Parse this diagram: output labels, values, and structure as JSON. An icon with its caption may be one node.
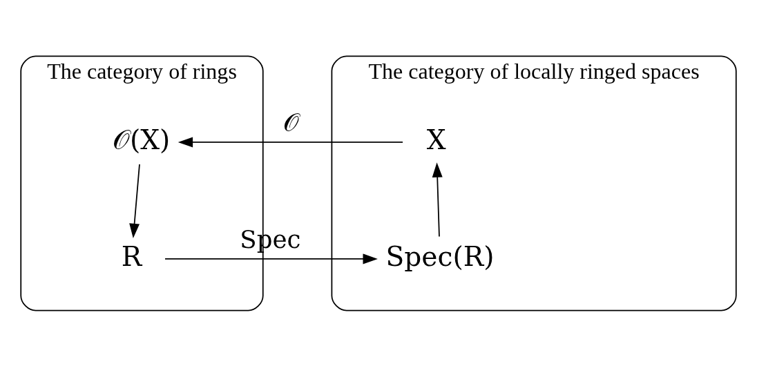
{
  "diagram": {
    "nodes": [
      {
        "text": [
          "The category of rings"
        ]
      },
      {
        "text": [
          "𝒪(X)"
        ],
        "in": 0
      },
      {
        "text": [
          "R"
        ],
        "in": 0
      },
      {
        "text": [
          "The category of locally ringed spaces"
        ]
      },
      {
        "text": [
          "X"
        ],
        "in": 3
      },
      {
        "text": [
          "Spec(R)"
        ],
        "in": 3
      }
    ],
    "edges": [
      {
        "from": 4,
        "to": 1,
        "arrow": "to",
        "label": "𝒪"
      },
      {
        "from": 1,
        "to": 2,
        "arrow": "to"
      },
      {
        "from": 2,
        "to": 5,
        "arrow": "to",
        "label": "Spec"
      },
      {
        "from": 5,
        "to": 4,
        "arrow": "to"
      }
    ]
  }
}
